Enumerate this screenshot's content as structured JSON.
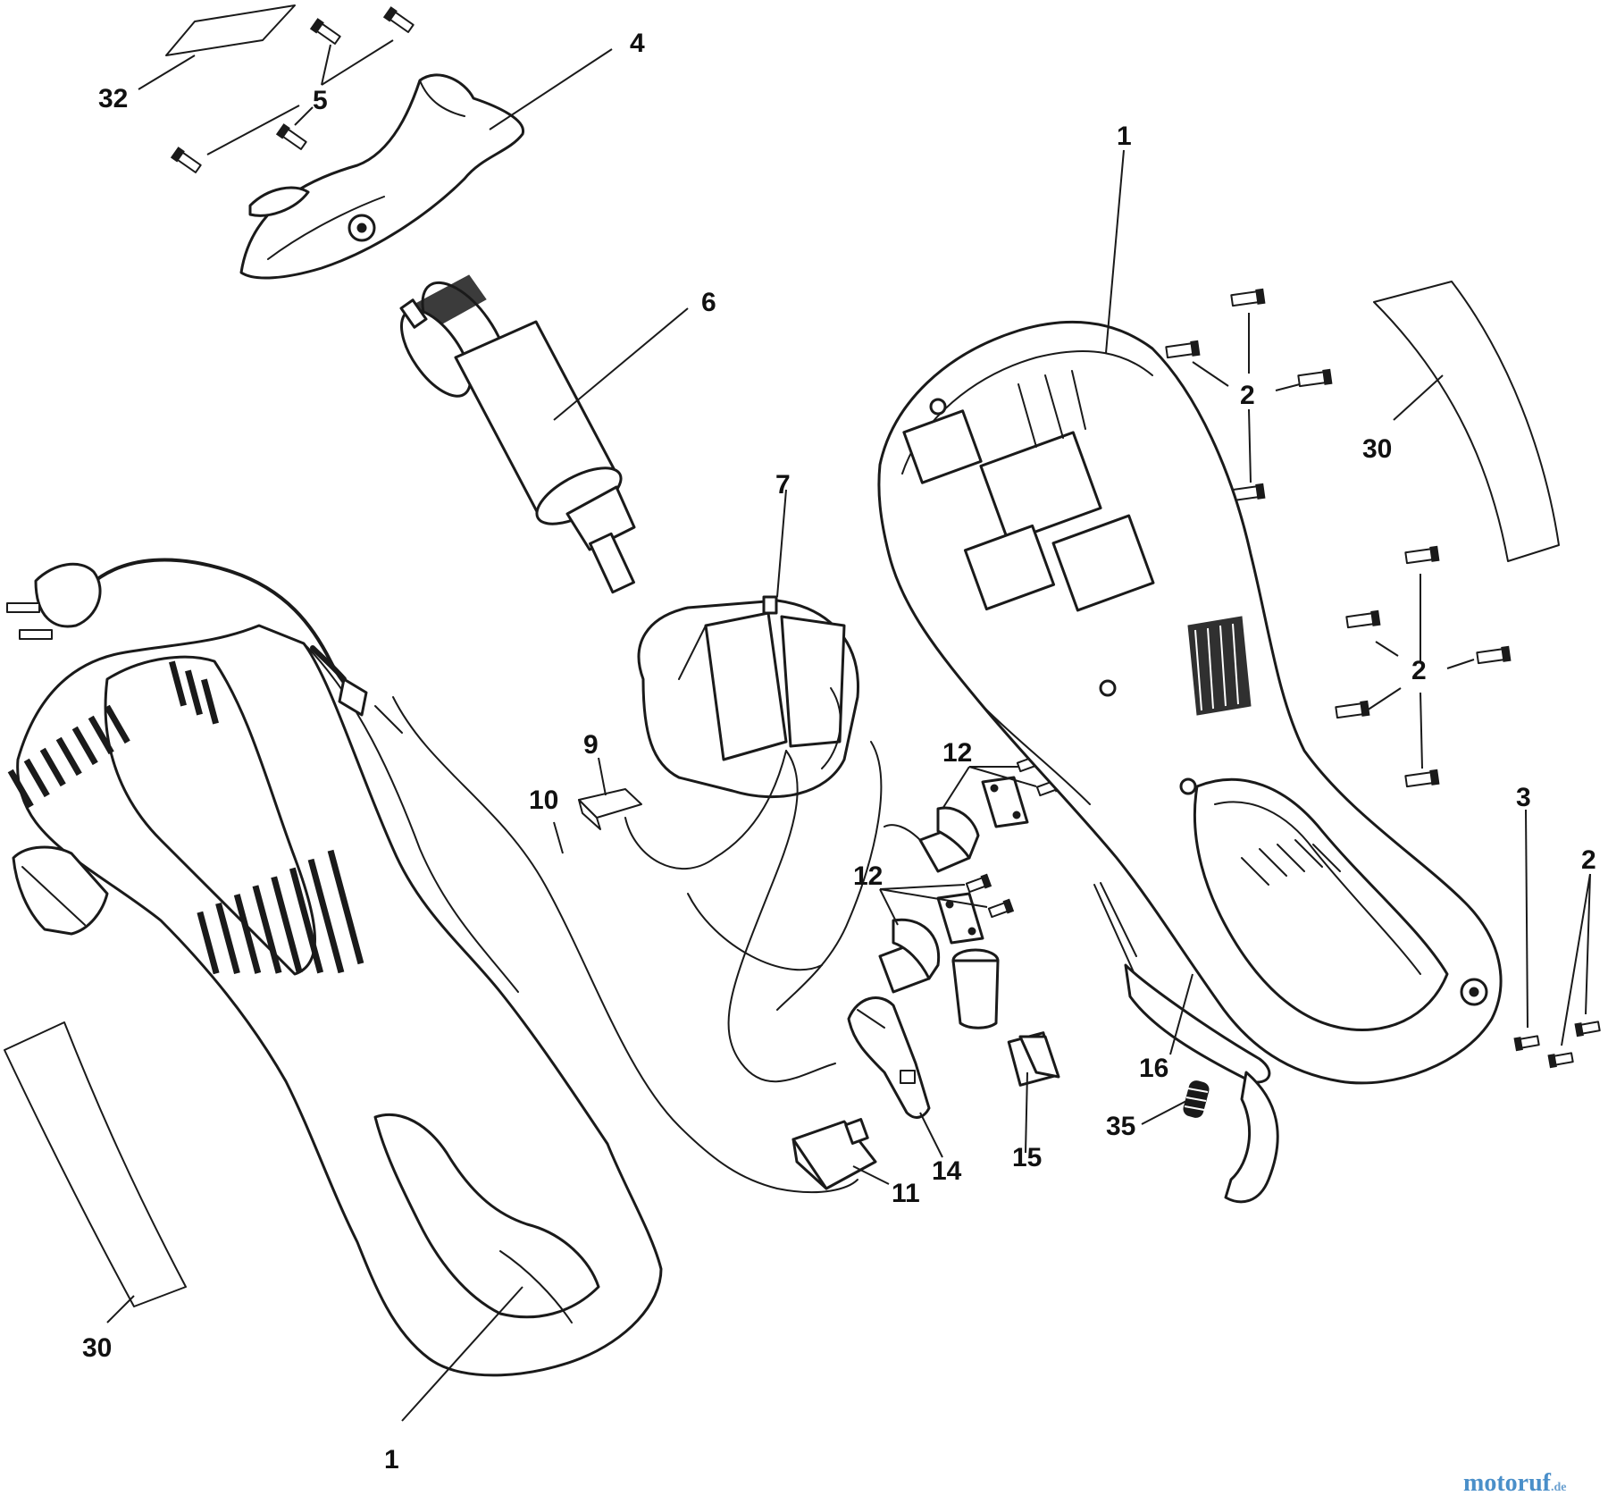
{
  "diagram": {
    "callouts": [
      {
        "id": "c32",
        "text": "32"
      },
      {
        "id": "c5",
        "text": "5"
      },
      {
        "id": "c4",
        "text": "4"
      },
      {
        "id": "c6",
        "text": "6"
      },
      {
        "id": "c1_top",
        "text": "1"
      },
      {
        "id": "c2_a",
        "text": "2"
      },
      {
        "id": "c30_right",
        "text": "30"
      },
      {
        "id": "c7",
        "text": "7"
      },
      {
        "id": "c2_b",
        "text": "2"
      },
      {
        "id": "c9",
        "text": "9"
      },
      {
        "id": "c10",
        "text": "10"
      },
      {
        "id": "c12_a",
        "text": "12"
      },
      {
        "id": "c12_b",
        "text": "12"
      },
      {
        "id": "c3",
        "text": "3"
      },
      {
        "id": "c2_c",
        "text": "2"
      },
      {
        "id": "c16",
        "text": "16"
      },
      {
        "id": "c35",
        "text": "35"
      },
      {
        "id": "c14",
        "text": "14"
      },
      {
        "id": "c15",
        "text": "15"
      },
      {
        "id": "c11",
        "text": "11"
      },
      {
        "id": "c30_left",
        "text": "30"
      },
      {
        "id": "c1_bottom",
        "text": "1"
      }
    ]
  },
  "watermark": {
    "text": "motoruf",
    "suffix": ".de",
    "color": "#4a8fc9"
  }
}
